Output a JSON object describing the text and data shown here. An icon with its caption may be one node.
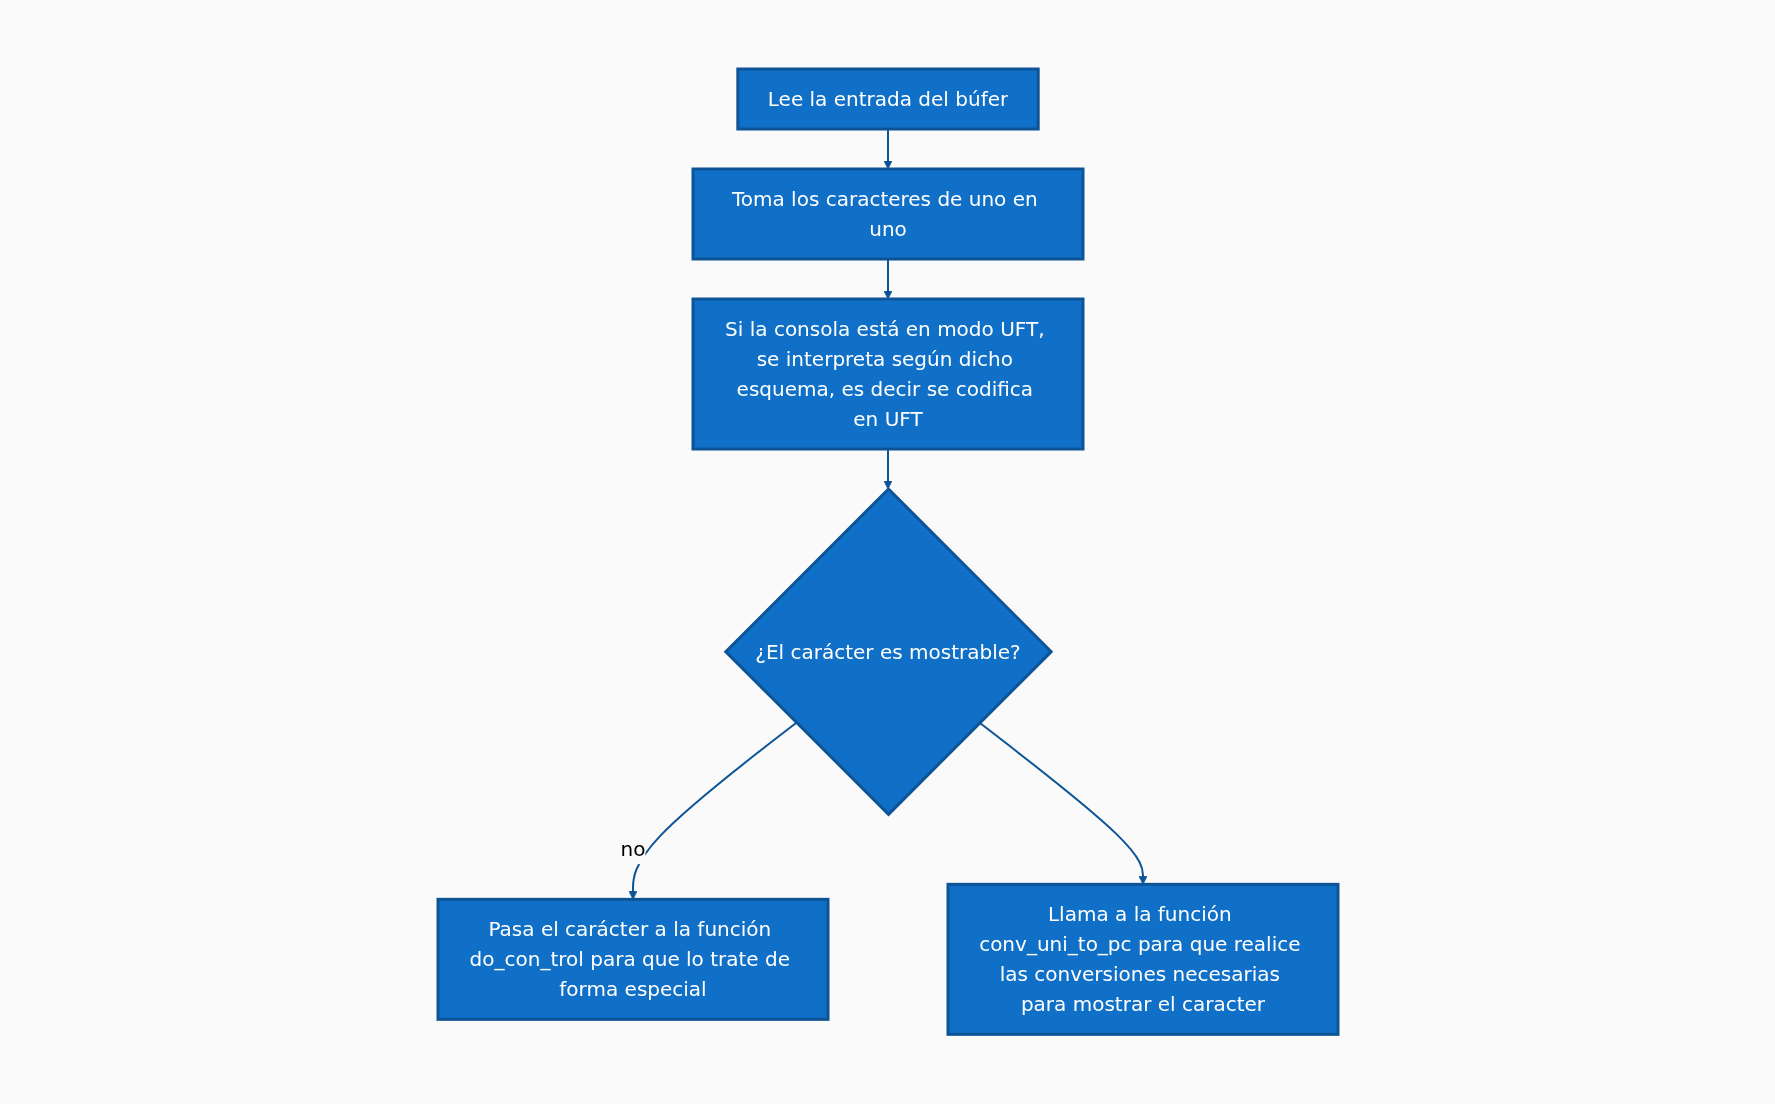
{
  "diagram": {
    "nodes": [
      {
        "text": [
          "Lee la entrada del búfer"
        ]
      },
      {
        "text": [
          "Toma los caracteres de uno en uno"
        ]
      },
      {
        "text": [
          "Si la consola está en modo UFT, se interpreta según dicho esquema, es decir se codifica en UFT"
        ]
      },
      {
        "text": [
          "¿El carácter es mostrable?"
        ]
      },
      {
        "text": [
          "Pasa el carácter a la función do_con_trol para que lo trate de forma especial"
        ]
      },
      {
        "text": [
          "Llama a la función conv_uni_to_pc para que realice las conversiones necesarias para mostrar el caracter"
        ]
      }
    ],
    "edges": [
      {
        "from": 0,
        "to": 1,
        "arrow": "to"
      },
      {
        "from": 1,
        "to": 2,
        "arrow": "to"
      },
      {
        "from": 2,
        "to": 3,
        "arrow": "to"
      },
      {
        "from": 3,
        "to": 4,
        "arrow": "to",
        "label": "no"
      },
      {
        "from": 3,
        "to": 5,
        "arrow": "to"
      }
    ]
  }
}
